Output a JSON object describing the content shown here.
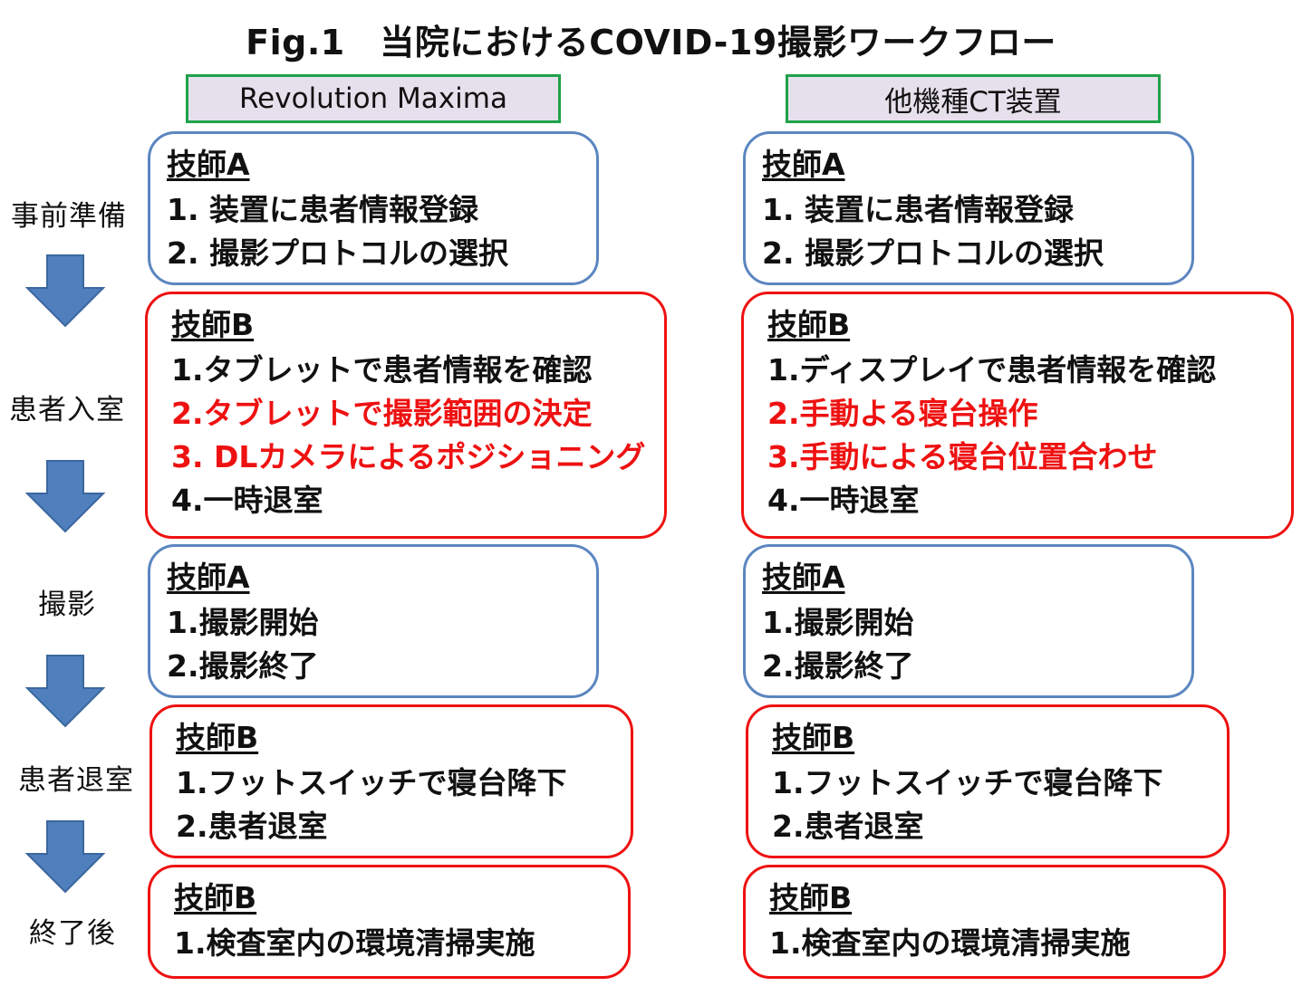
{
  "title": "Fig.1　当院におけるCOVID-19撮影ワークフロー",
  "columns": [
    {
      "header": "Revolution Maxima"
    },
    {
      "header": "他機種CT装置"
    }
  ],
  "stages": [
    "事前準備",
    "患者入室",
    "撮影",
    "患者退室",
    "終了後"
  ],
  "boxes": {
    "left": [
      {
        "role": "技師A",
        "steps": [
          "1. 装置に患者情報登録",
          "2. 撮影プロトコルの選択"
        ]
      },
      {
        "role": "技師B",
        "steps": [
          "1.タブレットで患者情報を確認",
          "2.タブレットで撮影範囲の決定",
          "3. DLカメラによるポジショニング",
          "4.一時退室"
        ]
      },
      {
        "role": "技師A",
        "steps": [
          "1.撮影開始",
          "2.撮影終了"
        ]
      },
      {
        "role": "技師B",
        "steps": [
          "1.フットスイッチで寝台降下",
          "2.患者退室"
        ]
      },
      {
        "role": "技師B",
        "steps": [
          "1.検査室内の環境清掃実施"
        ]
      }
    ],
    "right": [
      {
        "role": "技師A",
        "steps": [
          "1. 装置に患者情報登録",
          "2. 撮影プロトコルの選択"
        ]
      },
      {
        "role": "技師B",
        "steps": [
          "1.ディスプレイで患者情報を確認",
          "2.手動よる寝台操作",
          "3.手動による寝台位置合わせ",
          "4.一時退室"
        ]
      },
      {
        "role": "技師A",
        "steps": [
          "1.撮影開始",
          "2.撮影終了"
        ]
      },
      {
        "role": "技師B",
        "steps": [
          "1.フットスイッチで寝台降下",
          "2.患者退室"
        ]
      },
      {
        "role": "技師B",
        "steps": [
          "1.検査室内の環境清掃実施"
        ]
      }
    ]
  },
  "colors": {
    "technician_a_border": "#5b86c0",
    "technician_b_border": "#ee1111",
    "highlight_text": "#ee1111",
    "header_border": "#1fa24a",
    "header_fill": "#e6e0ec",
    "arrow_fill": "#4f7fbd"
  },
  "icons": [
    "down-arrow-icon"
  ]
}
